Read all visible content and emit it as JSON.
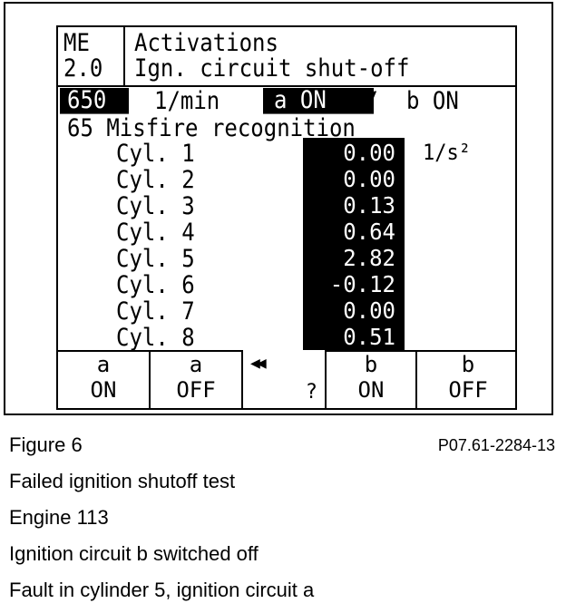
{
  "screen": {
    "model_line1": "ME",
    "model_line2": "2.0",
    "title_line1": "Activations",
    "title_line2": "Ign. circuit shut-off",
    "status": {
      "rpm_value": "650",
      "rpm_unit": "1/min",
      "circuit_a": "a ON",
      "separator": "/",
      "circuit_b": "b ON"
    },
    "section_title": "65 Misfire recognition",
    "unit": "1/s²",
    "cylinders": [
      {
        "label": "Cyl.  1",
        "value": "0.00"
      },
      {
        "label": "Cyl.  2",
        "value": "0.00"
      },
      {
        "label": "Cyl.  3",
        "value": "0.13"
      },
      {
        "label": "Cyl.  4",
        "value": "0.64"
      },
      {
        "label": "Cyl.  5",
        "value": "2.82"
      },
      {
        "label": "Cyl.  6",
        "value": "-0.12"
      },
      {
        "label": "Cyl.  7",
        "value": "0.00"
      },
      {
        "label": "Cyl.  8",
        "value": "0.51"
      }
    ],
    "softkeys": {
      "a_on_top": "a",
      "a_on_bottom": "ON",
      "a_off_top": "a",
      "a_off_bottom": "OFF",
      "back_symbol": "◀◀",
      "help_symbol": "?",
      "b_on_top": "b",
      "b_on_bottom": "ON",
      "b_off_top": "b",
      "b_off_bottom": "OFF"
    }
  },
  "caption": {
    "figure_label": "Figure 6",
    "figure_code": "P07.61-2284-13",
    "line1": "Failed ignition shutoff test",
    "line2": "Engine 113",
    "line3": "Ignition circuit b switched off",
    "line4": "Fault in cylinder 5, ignition circuit a"
  }
}
